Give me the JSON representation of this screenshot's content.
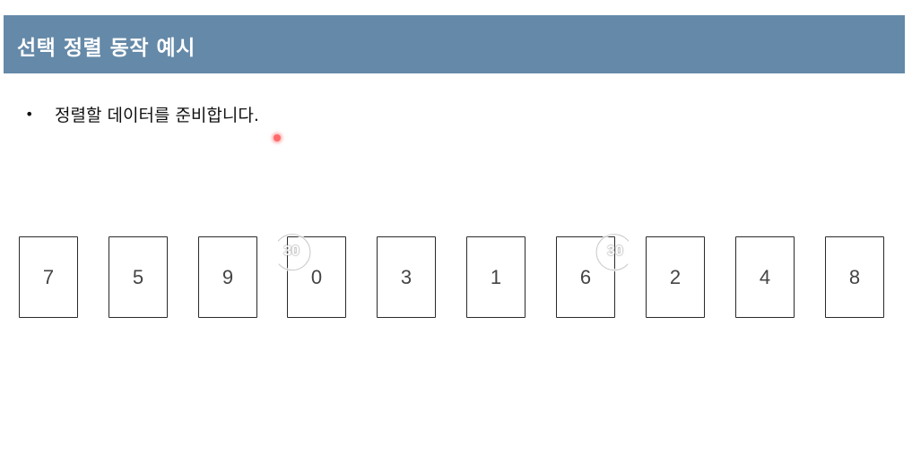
{
  "slide": {
    "title": "선택 정렬 동작 예시",
    "bullet": "정렬할 데이터를 준비합니다."
  },
  "cards": [
    "7",
    "5",
    "9",
    "0",
    "3",
    "1",
    "6",
    "2",
    "4",
    "8"
  ],
  "video_controls": {
    "rewind_label": "30",
    "forward_label": "30"
  },
  "colors": {
    "title_bar": "#6589a8",
    "pointer": "#ff6a6a"
  }
}
